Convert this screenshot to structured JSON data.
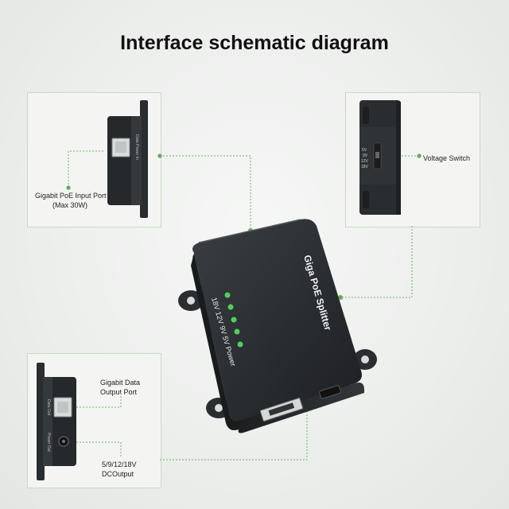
{
  "title": "Interface schematic diagram",
  "callouts": {
    "input_port": [
      "Gigabit PoE Input Port",
      "(Max 30W)"
    ],
    "voltage_switch": "Voltage Switch",
    "data_output": [
      "Gigabit Data",
      "Output Port"
    ],
    "dc_output": [
      "5/9/12/18V",
      "DCOutput"
    ]
  },
  "device": {
    "name": "Giga PoE Splitter",
    "led_labels": [
      "18V",
      "12V",
      "9V",
      "5V",
      "Power"
    ]
  },
  "port_labels": {
    "input_side": "Data Power In",
    "data_out": "Data Out",
    "power_out": "Power Out",
    "switch_positions": [
      "5V",
      "9V",
      "12V",
      "18V"
    ]
  },
  "colors": {
    "accent_green": "#5fae57",
    "panel_border": "#c9d9c6",
    "device_body": "#2a2d30",
    "led_green": "#4cd25a"
  }
}
